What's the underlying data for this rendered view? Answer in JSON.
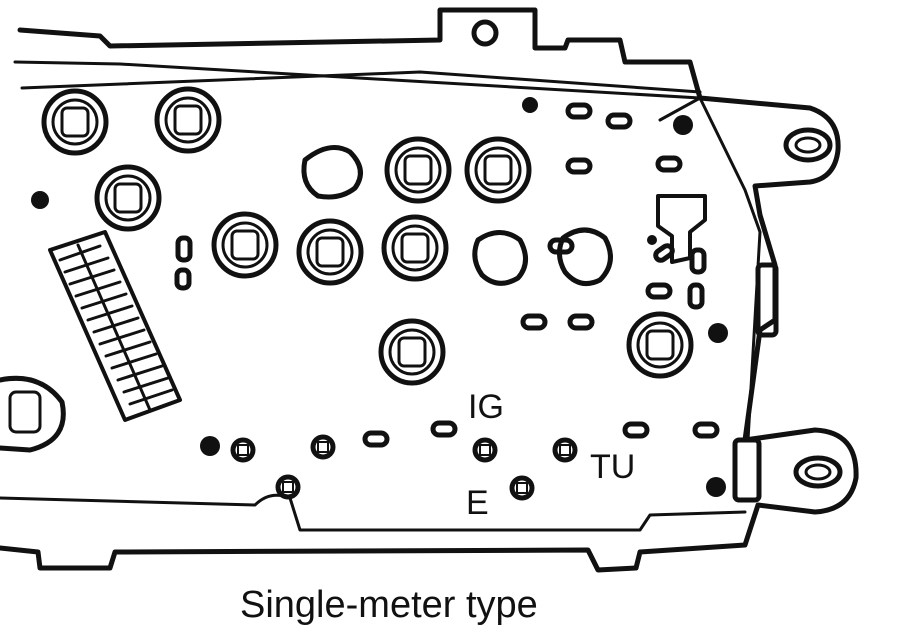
{
  "diagram": {
    "labels": {
      "ig": "IG",
      "tu": "TU",
      "e": "E"
    },
    "caption": "Single-meter type"
  },
  "colors": {
    "line": "#111111",
    "background": "#ffffff"
  }
}
